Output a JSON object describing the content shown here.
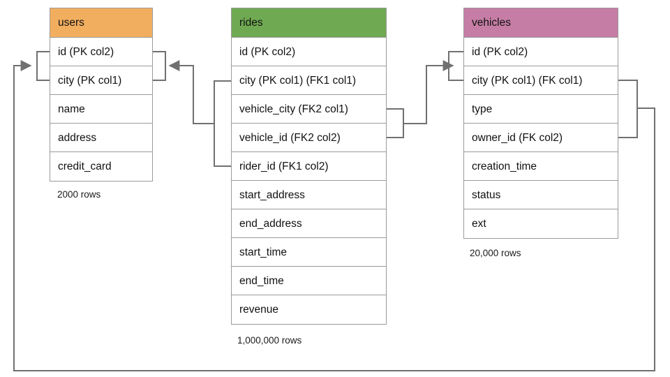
{
  "diagram": {
    "title": "ride-sharing schema entity relationship diagram",
    "colors": {
      "users_header": "#f2ae5f",
      "rides_header": "#6faa52",
      "vehicles_header": "#c67da5",
      "border": "#9a9a9a",
      "edge": "#707070",
      "text": "#111111"
    }
  },
  "tables": [
    {
      "id": "users",
      "name": "users",
      "header_color": "#f2ae5f",
      "row_count_label": "2000 rows",
      "columns": [
        {
          "label": "id (PK col2)"
        },
        {
          "label": "city (PK col1)"
        },
        {
          "label": "name"
        },
        {
          "label": "address"
        },
        {
          "label": "credit_card"
        }
      ]
    },
    {
      "id": "rides",
      "name": "rides",
      "header_color": "#6faa52",
      "row_count_label": "1,000,000 rows",
      "columns": [
        {
          "label": "id (PK col2)"
        },
        {
          "label": "city (PK col1) (FK1 col1)"
        },
        {
          "label": "vehicle_city (FK2 col1)"
        },
        {
          "label": "vehicle_id (FK2 col2)"
        },
        {
          "label": "rider_id (FK1 col2)"
        },
        {
          "label": "start_address"
        },
        {
          "label": "end_address"
        },
        {
          "label": "start_time"
        },
        {
          "label": "end_time"
        },
        {
          "label": "revenue"
        }
      ]
    },
    {
      "id": "vehicles",
      "name": "vehicles",
      "header_color": "#c67da5",
      "row_count_label": "20,000 rows",
      "columns": [
        {
          "label": "id (PK col2)"
        },
        {
          "label": "city (PK col1) (FK col1)"
        },
        {
          "label": "type"
        },
        {
          "label": "owner_id (FK col2)"
        },
        {
          "label": "creation_time"
        },
        {
          "label": "status"
        },
        {
          "label": "ext"
        }
      ]
    }
  ],
  "relationships": [
    {
      "id": "rides-to-users",
      "from_table": "rides",
      "from_columns": [
        "city (PK col1) (FK1 col1)",
        "rider_id (FK1 col2)"
      ],
      "to_table": "users",
      "to_columns": [
        "id (PK col2)",
        "city (PK col1)"
      ],
      "constraint": "FK1"
    },
    {
      "id": "rides-to-vehicles",
      "from_table": "rides",
      "from_columns": [
        "vehicle_city (FK2 col1)",
        "vehicle_id (FK2 col2)"
      ],
      "to_table": "vehicles",
      "to_columns": [
        "id (PK col2)",
        "city (PK col1) (FK col1)"
      ],
      "constraint": "FK2"
    },
    {
      "id": "vehicles-to-users",
      "from_table": "vehicles",
      "from_columns": [
        "city (PK col1) (FK col1)",
        "owner_id (FK col2)"
      ],
      "to_table": "users",
      "to_columns": [
        "id (PK col2)",
        "city (PK col1)"
      ],
      "constraint": "FK"
    }
  ]
}
